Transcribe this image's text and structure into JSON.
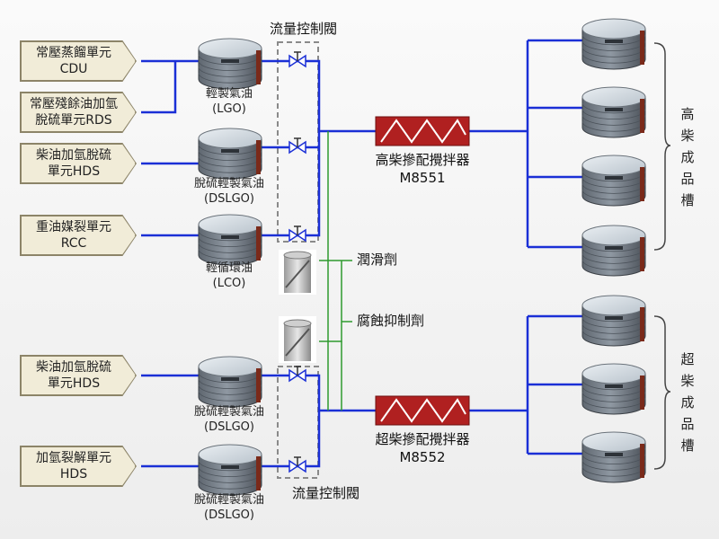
{
  "sources": [
    {
      "id": "cdu",
      "text": "常壓蒸餾單元\nCDU"
    },
    {
      "id": "rds",
      "text": "常壓殘餘油加氫\n脫硫單元RDS"
    },
    {
      "id": "hds1",
      "text": "柴油加氫脫硫\n單元HDS"
    },
    {
      "id": "rcc",
      "text": "重油媒裂單元\nRCC"
    },
    {
      "id": "hds2",
      "text": "柴油加氫脫硫\n單元HDS"
    },
    {
      "id": "hds3",
      "text": "加氫裂解單元\nHDS"
    }
  ],
  "tanks": [
    {
      "id": "lgo",
      "text": "輕製氣油\n(LGO)"
    },
    {
      "id": "dslgo1",
      "text": "脫硫輕製氣油\n(DSLGO)"
    },
    {
      "id": "lco",
      "text": "輕循環油\n(LCO)"
    },
    {
      "id": "dslgo2",
      "text": "脫硫輕製氣油\n(DSLGO)"
    },
    {
      "id": "dslgo3",
      "text": "脫硫輕製氣油\n(DSLGO)"
    }
  ],
  "valve_label_top": "流量控制閥",
  "valve_label_bottom": "流量控制閥",
  "additives": {
    "lubricant": "潤滑劑",
    "corrosion_inhibitor": "腐蝕抑制劑"
  },
  "mixers": [
    {
      "id": "m8551",
      "name": "高柴摻配攪拌器",
      "code": "M8551"
    },
    {
      "id": "m8552",
      "name": "超柴摻配攪拌器",
      "code": "M8552"
    }
  ],
  "product_groups": [
    {
      "id": "high",
      "text": "高柴成品槽"
    },
    {
      "id": "ultra",
      "text": "超柴成品槽"
    }
  ],
  "colors": {
    "pipe": "#1a2fd6",
    "additive_line": "#2e9a2e",
    "mixer": "#b02020",
    "source_fill": "#f1ecd8",
    "valve_box": "#8a8a8a"
  }
}
